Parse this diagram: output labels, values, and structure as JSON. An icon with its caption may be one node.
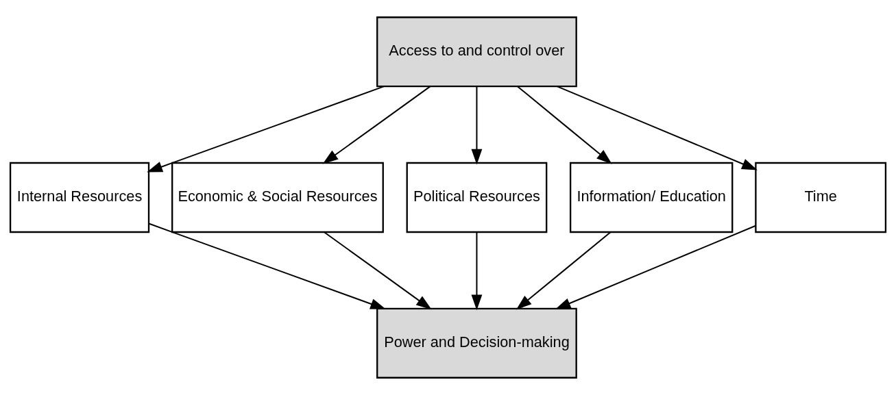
{
  "diagram": {
    "nodes": [
      {
        "text": [
          "Access to and control over"
        ]
      },
      {
        "text": [
          "Internal Resources"
        ]
      },
      {
        "text": [
          "Economic & Social Resources"
        ]
      },
      {
        "text": [
          "Political Resources"
        ]
      },
      {
        "text": [
          "Information/ Education"
        ]
      },
      {
        "text": [
          "Time"
        ]
      },
      {
        "text": [
          "Power and Decision-making"
        ]
      }
    ],
    "edges": [
      {
        "from": 0,
        "to": 1,
        "arrow": "to"
      },
      {
        "from": 0,
        "to": 2,
        "arrow": "to"
      },
      {
        "from": 0,
        "to": 3,
        "arrow": "to"
      },
      {
        "from": 0,
        "to": 4,
        "arrow": "to"
      },
      {
        "from": 0,
        "to": 5,
        "arrow": "to"
      },
      {
        "from": 1,
        "to": 6,
        "arrow": "to"
      },
      {
        "from": 2,
        "to": 6,
        "arrow": "to"
      },
      {
        "from": 3,
        "to": 6,
        "arrow": "to"
      },
      {
        "from": 4,
        "to": 6,
        "arrow": "to"
      },
      {
        "from": 5,
        "to": 6,
        "arrow": "to"
      }
    ]
  }
}
